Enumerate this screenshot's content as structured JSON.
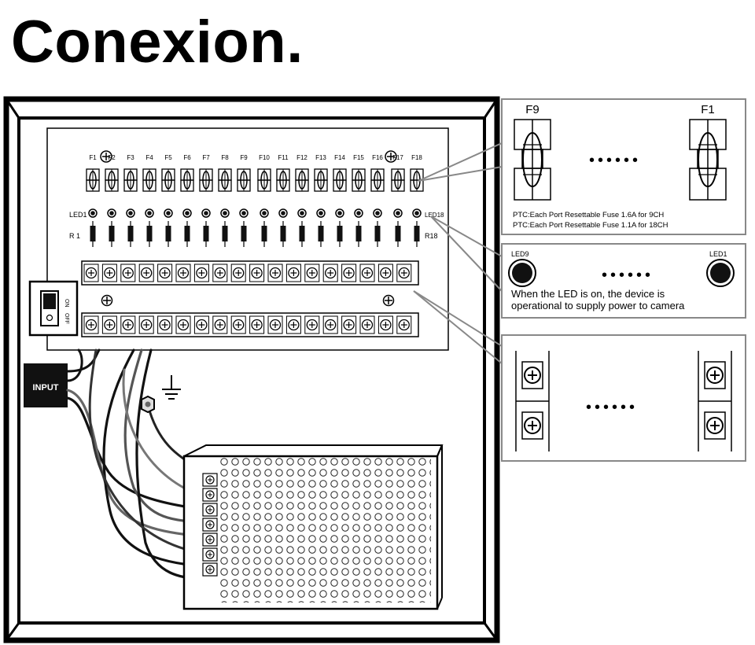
{
  "title": "Conexion.",
  "board": {
    "fuse_labels": [
      "F1",
      "F2",
      "F3",
      "F4",
      "F5",
      "F6",
      "F7",
      "F8",
      "F9",
      "F10",
      "F11",
      "F12",
      "F13",
      "F14",
      "F15",
      "F16",
      "F17",
      "F18"
    ],
    "led_first_label": "LED1",
    "led_last_label": "LED18",
    "resistor_first_label": "R 1",
    "resistor_last_label": "R18"
  },
  "switch": {
    "on_label": "ON",
    "off_label": "OFF"
  },
  "input_label": "INPUT",
  "fuse_detail": {
    "left_label": "F9",
    "right_label": "F1",
    "ellipsis": "••••••",
    "notes": [
      "PTC:Each Port Resettable Fuse 1.6A for 9CH",
      "PTC:Each Port Resettable Fuse 1.1A for 18CH"
    ]
  },
  "led_detail": {
    "left_label": "LED9",
    "right_label": "LED1",
    "ellipsis": "••••••",
    "lines": [
      "When the LED is on, the device is",
      "operational to supply power to camera"
    ]
  },
  "terminal_detail": {
    "ellipsis": "••••••"
  }
}
